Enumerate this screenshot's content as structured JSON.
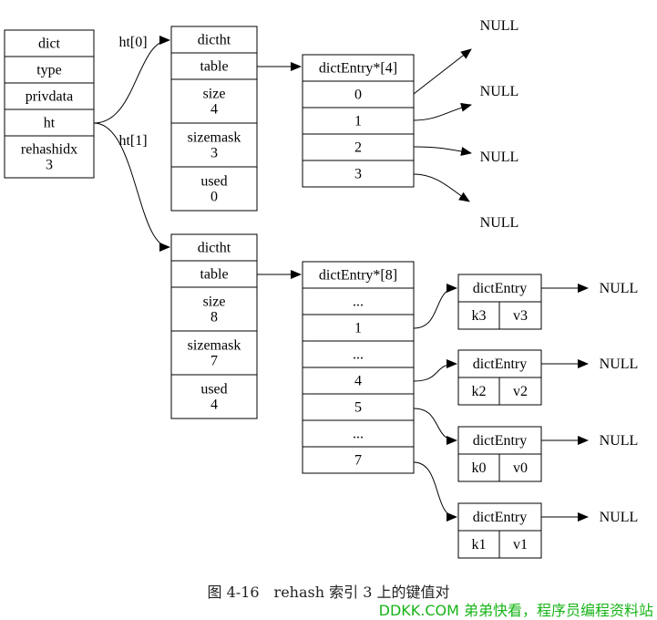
{
  "dict": {
    "fields": [
      "dict",
      "type",
      "privdata",
      "ht",
      "rehashidx\n3"
    ]
  },
  "ht_labels": [
    "ht[0]",
    "ht[1]"
  ],
  "ht0": {
    "fields": [
      "dictht",
      "table",
      "size\n4",
      "sizemask\n3",
      "used\n0"
    ]
  },
  "ht1": {
    "fields": [
      "dictht",
      "table",
      "size\n8",
      "sizemask\n7",
      "used\n4"
    ]
  },
  "table0": {
    "cells": [
      "dictEntry*[4]",
      "0",
      "1",
      "2",
      "3"
    ]
  },
  "table1": {
    "cells": [
      "dictEntry*[8]",
      "...",
      "1",
      "...",
      "4",
      "5",
      "...",
      "7"
    ]
  },
  "entries": [
    {
      "header": "dictEntry",
      "key": "k3",
      "value": "v3"
    },
    {
      "header": "dictEntry",
      "key": "k2",
      "value": "v2"
    },
    {
      "header": "dictEntry",
      "key": "k0",
      "value": "v0"
    },
    {
      "header": "dictEntry",
      "key": "k1",
      "value": "v1"
    }
  ],
  "null_label": "NULL",
  "caption": "图 4-16　rehash 索引 3 上的键值对",
  "watermark": "DDKK.COM 弟弟快看，程序员编程资料站"
}
